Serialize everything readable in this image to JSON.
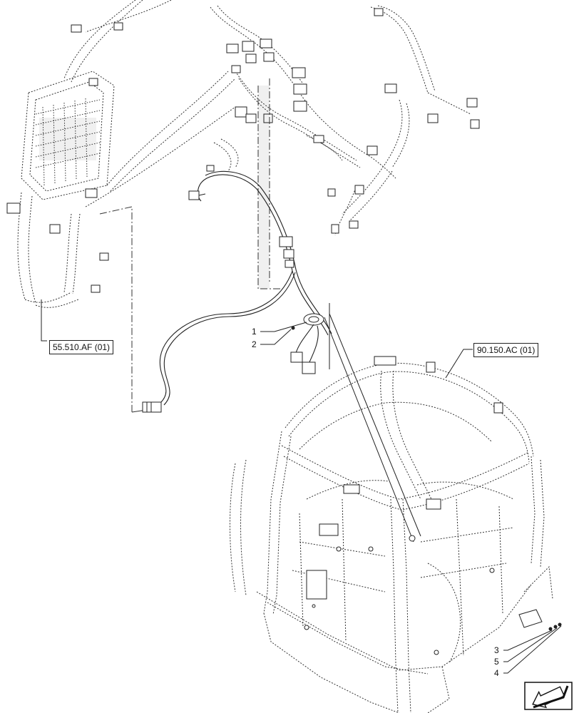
{
  "references": {
    "left_ref": "55.510.AF (01)",
    "right_ref": "90.150.AC (01)"
  },
  "callouts": {
    "c1": "1",
    "c2": "2",
    "c3": "3",
    "c4": "4",
    "c5": "5"
  },
  "icons": {
    "navigation": "arrow-corner-icon"
  }
}
